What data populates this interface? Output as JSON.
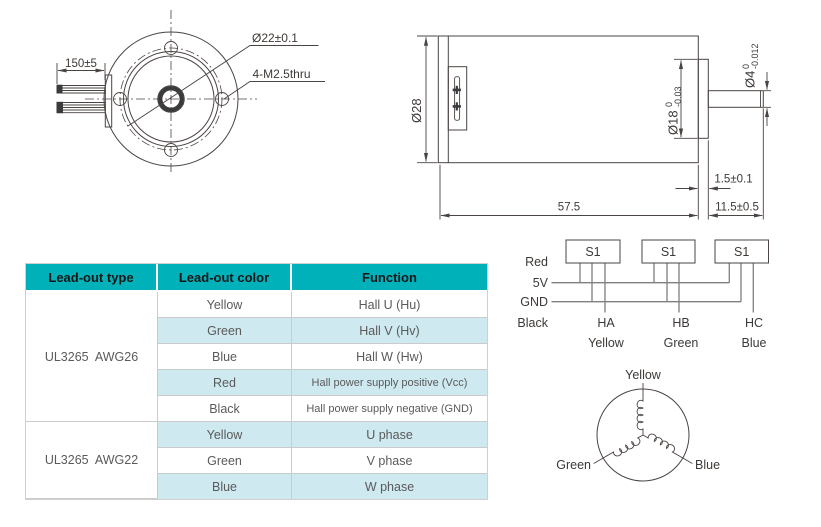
{
  "front_view": {
    "wire_length": "150±5",
    "pilot_diameter": "Ø22±0.1",
    "mounting_holes": "4-M2.5thru"
  },
  "side_view": {
    "body_diameter": "Ø28",
    "boss_diameter": "Ø18",
    "boss_tolerance_upper": "0",
    "boss_tolerance_lower": "-0.03",
    "shaft_diameter": "Ø4",
    "shaft_tolerance_upper": "0",
    "shaft_tolerance_lower": "-0.012",
    "boss_length": "1.5±0.1",
    "body_length": "57.5",
    "shaft_length": "11.5±0.5"
  },
  "leadout_table": {
    "headers": [
      "Lead-out type",
      "Lead-out color",
      "Function"
    ],
    "groups": [
      {
        "type": "UL3265  AWG26",
        "rows": [
          {
            "color": "Yellow",
            "function": "Hall U (Hu)"
          },
          {
            "color": "Green",
            "function": "Hall V (Hv)"
          },
          {
            "color": "Blue",
            "function": "Hall W (Hw)"
          },
          {
            "color": "Red",
            "function": "Hall power supply positive (Vcc)"
          },
          {
            "color": "Black",
            "function": "Hall power supply negative (GND)"
          }
        ]
      },
      {
        "type": "UL3265  AWG22",
        "rows": [
          {
            "color": "Yellow",
            "function": "U phase"
          },
          {
            "color": "Green",
            "function": "V phase"
          },
          {
            "color": "Blue",
            "function": "W phase"
          }
        ]
      }
    ]
  },
  "hall_circuit": {
    "supply_labels": [
      "Red",
      "5V",
      "GND",
      "Black"
    ],
    "sensors": [
      {
        "box": "S1",
        "signal": "HA",
        "wire_color": "Yellow"
      },
      {
        "box": "S1",
        "signal": "HB",
        "wire_color": "Green"
      },
      {
        "box": "S1",
        "signal": "HC",
        "wire_color": "Blue"
      }
    ]
  },
  "winding_diagram": {
    "top": "Yellow",
    "left": "Green",
    "right": "Blue"
  },
  "colors": {
    "table_header_bg": "#00b1ba",
    "table_alt_row_bg": "#cfe9f0",
    "table_body_text": "#5a5a5a",
    "drawing_line": "#4a4442",
    "wire_line": "#7f7f7f"
  }
}
